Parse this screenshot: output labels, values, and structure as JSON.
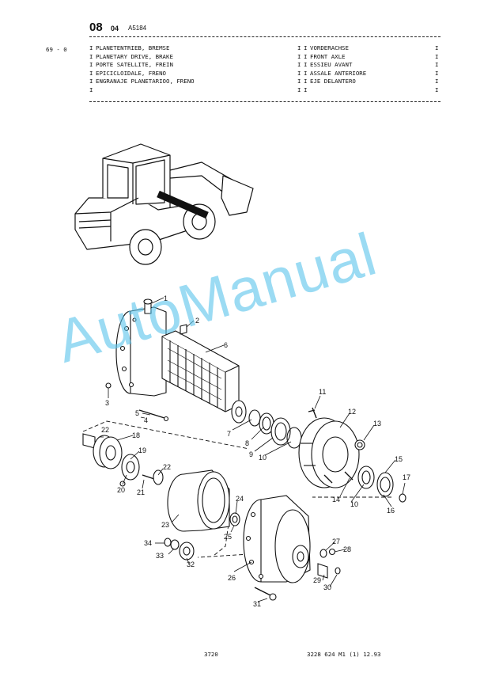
{
  "header": {
    "section": "08",
    "subsection": "04",
    "code": "A5184"
  },
  "ref_number": "69 - 0",
  "titles_left": [
    "PLANETENTRIEB, BREMSE",
    "PLANETARY DRIVE, BRAKE",
    "PORTE SATELLITE, FREIN",
    "EPICICLOIDALE, FRENO",
    "ENGRANAJE PLANETARIOO, FRENO"
  ],
  "titles_right": [
    "VORDERACHSE",
    "FRONT AXLE",
    "ESSIEU AVANT",
    "ASSALE ANTERIORE",
    "EJE DELANTERO"
  ],
  "bar_char": "I",
  "callouts": {
    "c1": "1",
    "c2": "2",
    "c3": "3",
    "c4": "4",
    "c5": "5",
    "c6": "6",
    "c7": "7",
    "c8": "8",
    "c9": "9",
    "c10a": "10",
    "c10b": "10",
    "c11": "11",
    "c12": "12",
    "c13": "13",
    "c14": "14",
    "c15": "15",
    "c16": "16",
    "c17": "17",
    "c18": "18",
    "c19": "19",
    "c20": "20",
    "c21": "21",
    "c22a": "22",
    "c22b": "22",
    "c23": "23",
    "c24": "24",
    "c25": "25",
    "c26": "26",
    "c27": "27",
    "c28": "28",
    "c29": "29",
    "c30": "30",
    "c31": "31",
    "c32": "32",
    "c33": "33",
    "c34": "34"
  },
  "watermark": "AutoManual",
  "footer": {
    "page": "3720",
    "doc": "3228 624 M1 (1)  12.93"
  }
}
